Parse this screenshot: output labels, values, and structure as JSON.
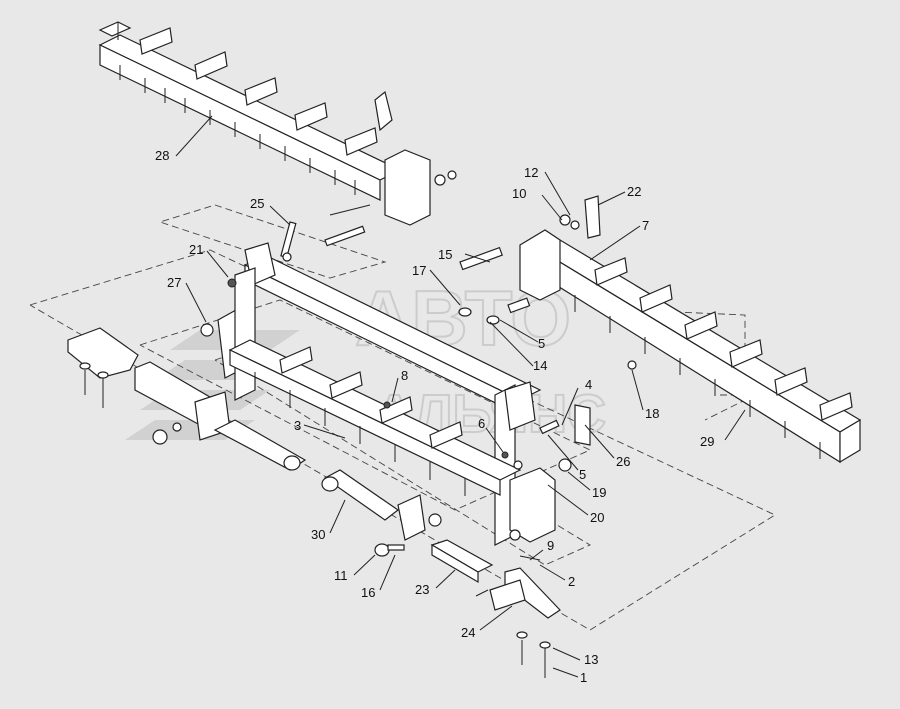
{
  "watermark": {
    "line1": "АВТО",
    "line2": "АЛЬЯНС"
  },
  "part_labels": [
    {
      "id": "p28",
      "text": "28"
    },
    {
      "id": "p25",
      "text": "25"
    },
    {
      "id": "p21",
      "text": "21"
    },
    {
      "id": "p27",
      "text": "27"
    },
    {
      "id": "p15",
      "text": "15"
    },
    {
      "id": "p17",
      "text": "17"
    },
    {
      "id": "p5a",
      "text": "5"
    },
    {
      "id": "p14",
      "text": "14"
    },
    {
      "id": "p12",
      "text": "12"
    },
    {
      "id": "p10",
      "text": "10"
    },
    {
      "id": "p22",
      "text": "22"
    },
    {
      "id": "p7",
      "text": "7"
    },
    {
      "id": "p8",
      "text": "8"
    },
    {
      "id": "p18",
      "text": "18"
    },
    {
      "id": "p29",
      "text": "29"
    },
    {
      "id": "p4",
      "text": "4"
    },
    {
      "id": "p3",
      "text": "3"
    },
    {
      "id": "p6",
      "text": "6"
    },
    {
      "id": "p26",
      "text": "26"
    },
    {
      "id": "p5b",
      "text": "5"
    },
    {
      "id": "p19",
      "text": "19"
    },
    {
      "id": "p20",
      "text": "20"
    },
    {
      "id": "p30",
      "text": "30"
    },
    {
      "id": "p9",
      "text": "9"
    },
    {
      "id": "p2",
      "text": "2"
    },
    {
      "id": "p11",
      "text": "11"
    },
    {
      "id": "p16",
      "text": "16"
    },
    {
      "id": "p23",
      "text": "23"
    },
    {
      "id": "p24",
      "text": "24"
    },
    {
      "id": "p13",
      "text": "13"
    },
    {
      "id": "p1",
      "text": "1"
    }
  ]
}
